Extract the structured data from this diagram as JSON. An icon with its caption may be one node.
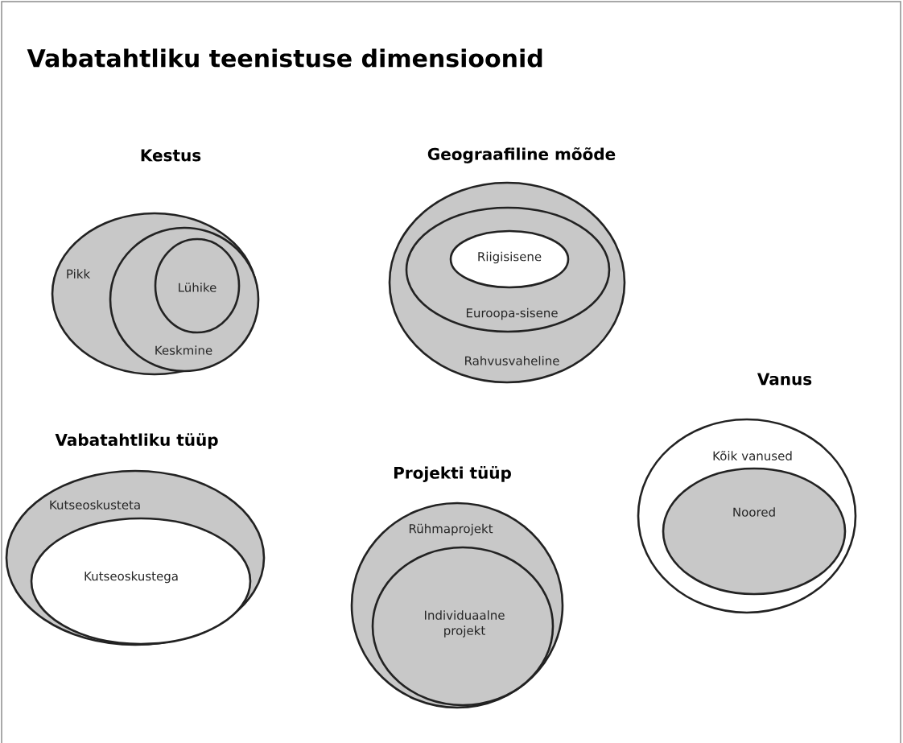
{
  "diagram": {
    "title": "Vabatahtliku teenistuse dimensioonid",
    "nodes": [
      {
        "text": [
          "Kestus",
          "Pikk"
        ]
      },
      {
        "text": [
          "Keskmine"
        ],
        "in": 0
      },
      {
        "text": [
          "Lühike"
        ],
        "in": 1
      },
      {
        "text": [
          "Geograafiline mõõde",
          "Rahvusvaheline"
        ]
      },
      {
        "text": [
          "Euroopa-sisene"
        ],
        "in": 3
      },
      {
        "text": [
          "Riigisisene"
        ],
        "in": 4
      },
      {
        "text": [
          "Vabatahtliku tüüp",
          "Kutseoskusteta"
        ]
      },
      {
        "text": [
          "Kutseoskustega"
        ],
        "in": 6
      },
      {
        "text": [
          "Projekti tüüp",
          "Rühmaprojekt"
        ]
      },
      {
        "text": [
          "Individuaalne projekt"
        ],
        "in": 8
      },
      {
        "text": [
          "Vanus",
          "Kõik vanused"
        ]
      },
      {
        "text": [
          "Noored"
        ],
        "in": 10
      }
    ]
  }
}
